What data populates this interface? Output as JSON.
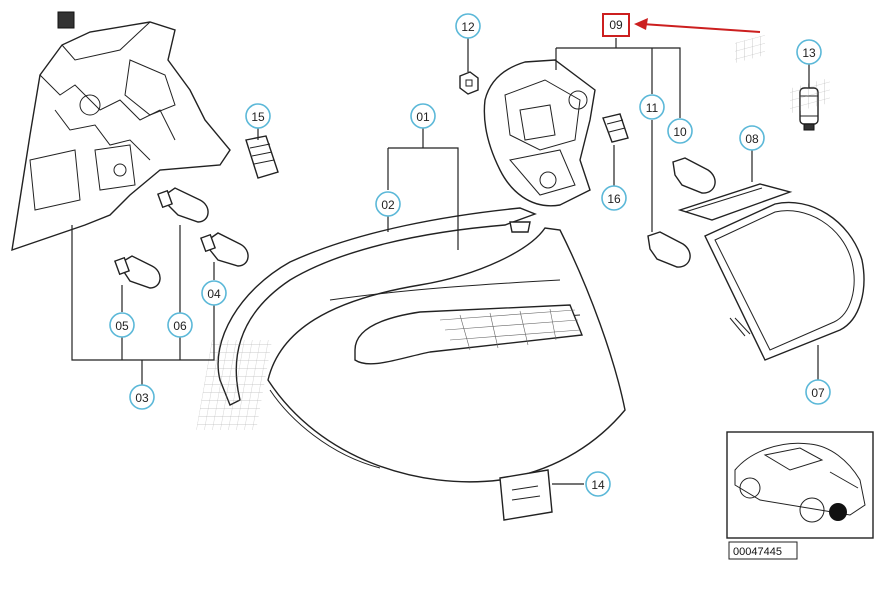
{
  "diagram": {
    "callouts": [
      {
        "id": "01",
        "label": "01"
      },
      {
        "id": "02",
        "label": "02"
      },
      {
        "id": "03",
        "label": "03"
      },
      {
        "id": "04",
        "label": "04"
      },
      {
        "id": "05",
        "label": "05"
      },
      {
        "id": "06",
        "label": "06"
      },
      {
        "id": "07",
        "label": "07"
      },
      {
        "id": "08",
        "label": "08"
      },
      {
        "id": "09",
        "label": "09"
      },
      {
        "id": "10",
        "label": "10"
      },
      {
        "id": "11",
        "label": "11"
      },
      {
        "id": "12",
        "label": "12"
      },
      {
        "id": "13",
        "label": "13"
      },
      {
        "id": "14",
        "label": "14"
      },
      {
        "id": "15",
        "label": "15"
      },
      {
        "id": "16",
        "label": "16"
      }
    ],
    "highlighted_callout": "09",
    "reference_number": "00047445"
  },
  "colors": {
    "callout_ring": "#5bb8d8",
    "highlight_box": "#cc1f1f",
    "highlight_arrow": "#cc1f1f",
    "line": "#222222"
  }
}
